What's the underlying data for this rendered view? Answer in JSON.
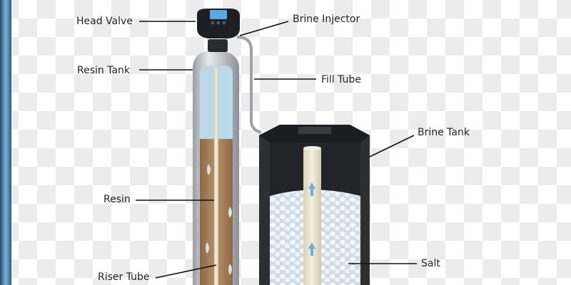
{
  "labels": {
    "head_valve": "Head Valve",
    "brine_injector": "Brine Injector",
    "resin_tank": "Resin Tank",
    "fill_tube": "Fill Tube",
    "brine_tank": "Brine Tank",
    "resin": "Resin",
    "salt": "Salt",
    "riser_tube": "Riser Tube"
  },
  "colors": {
    "resin": "#a6825a",
    "water": "#bcd9ea",
    "valve": "#1e1f22",
    "brine_tank": "#2e2f33",
    "salt": "#e6eef4",
    "screen": "#5aa9e6"
  }
}
